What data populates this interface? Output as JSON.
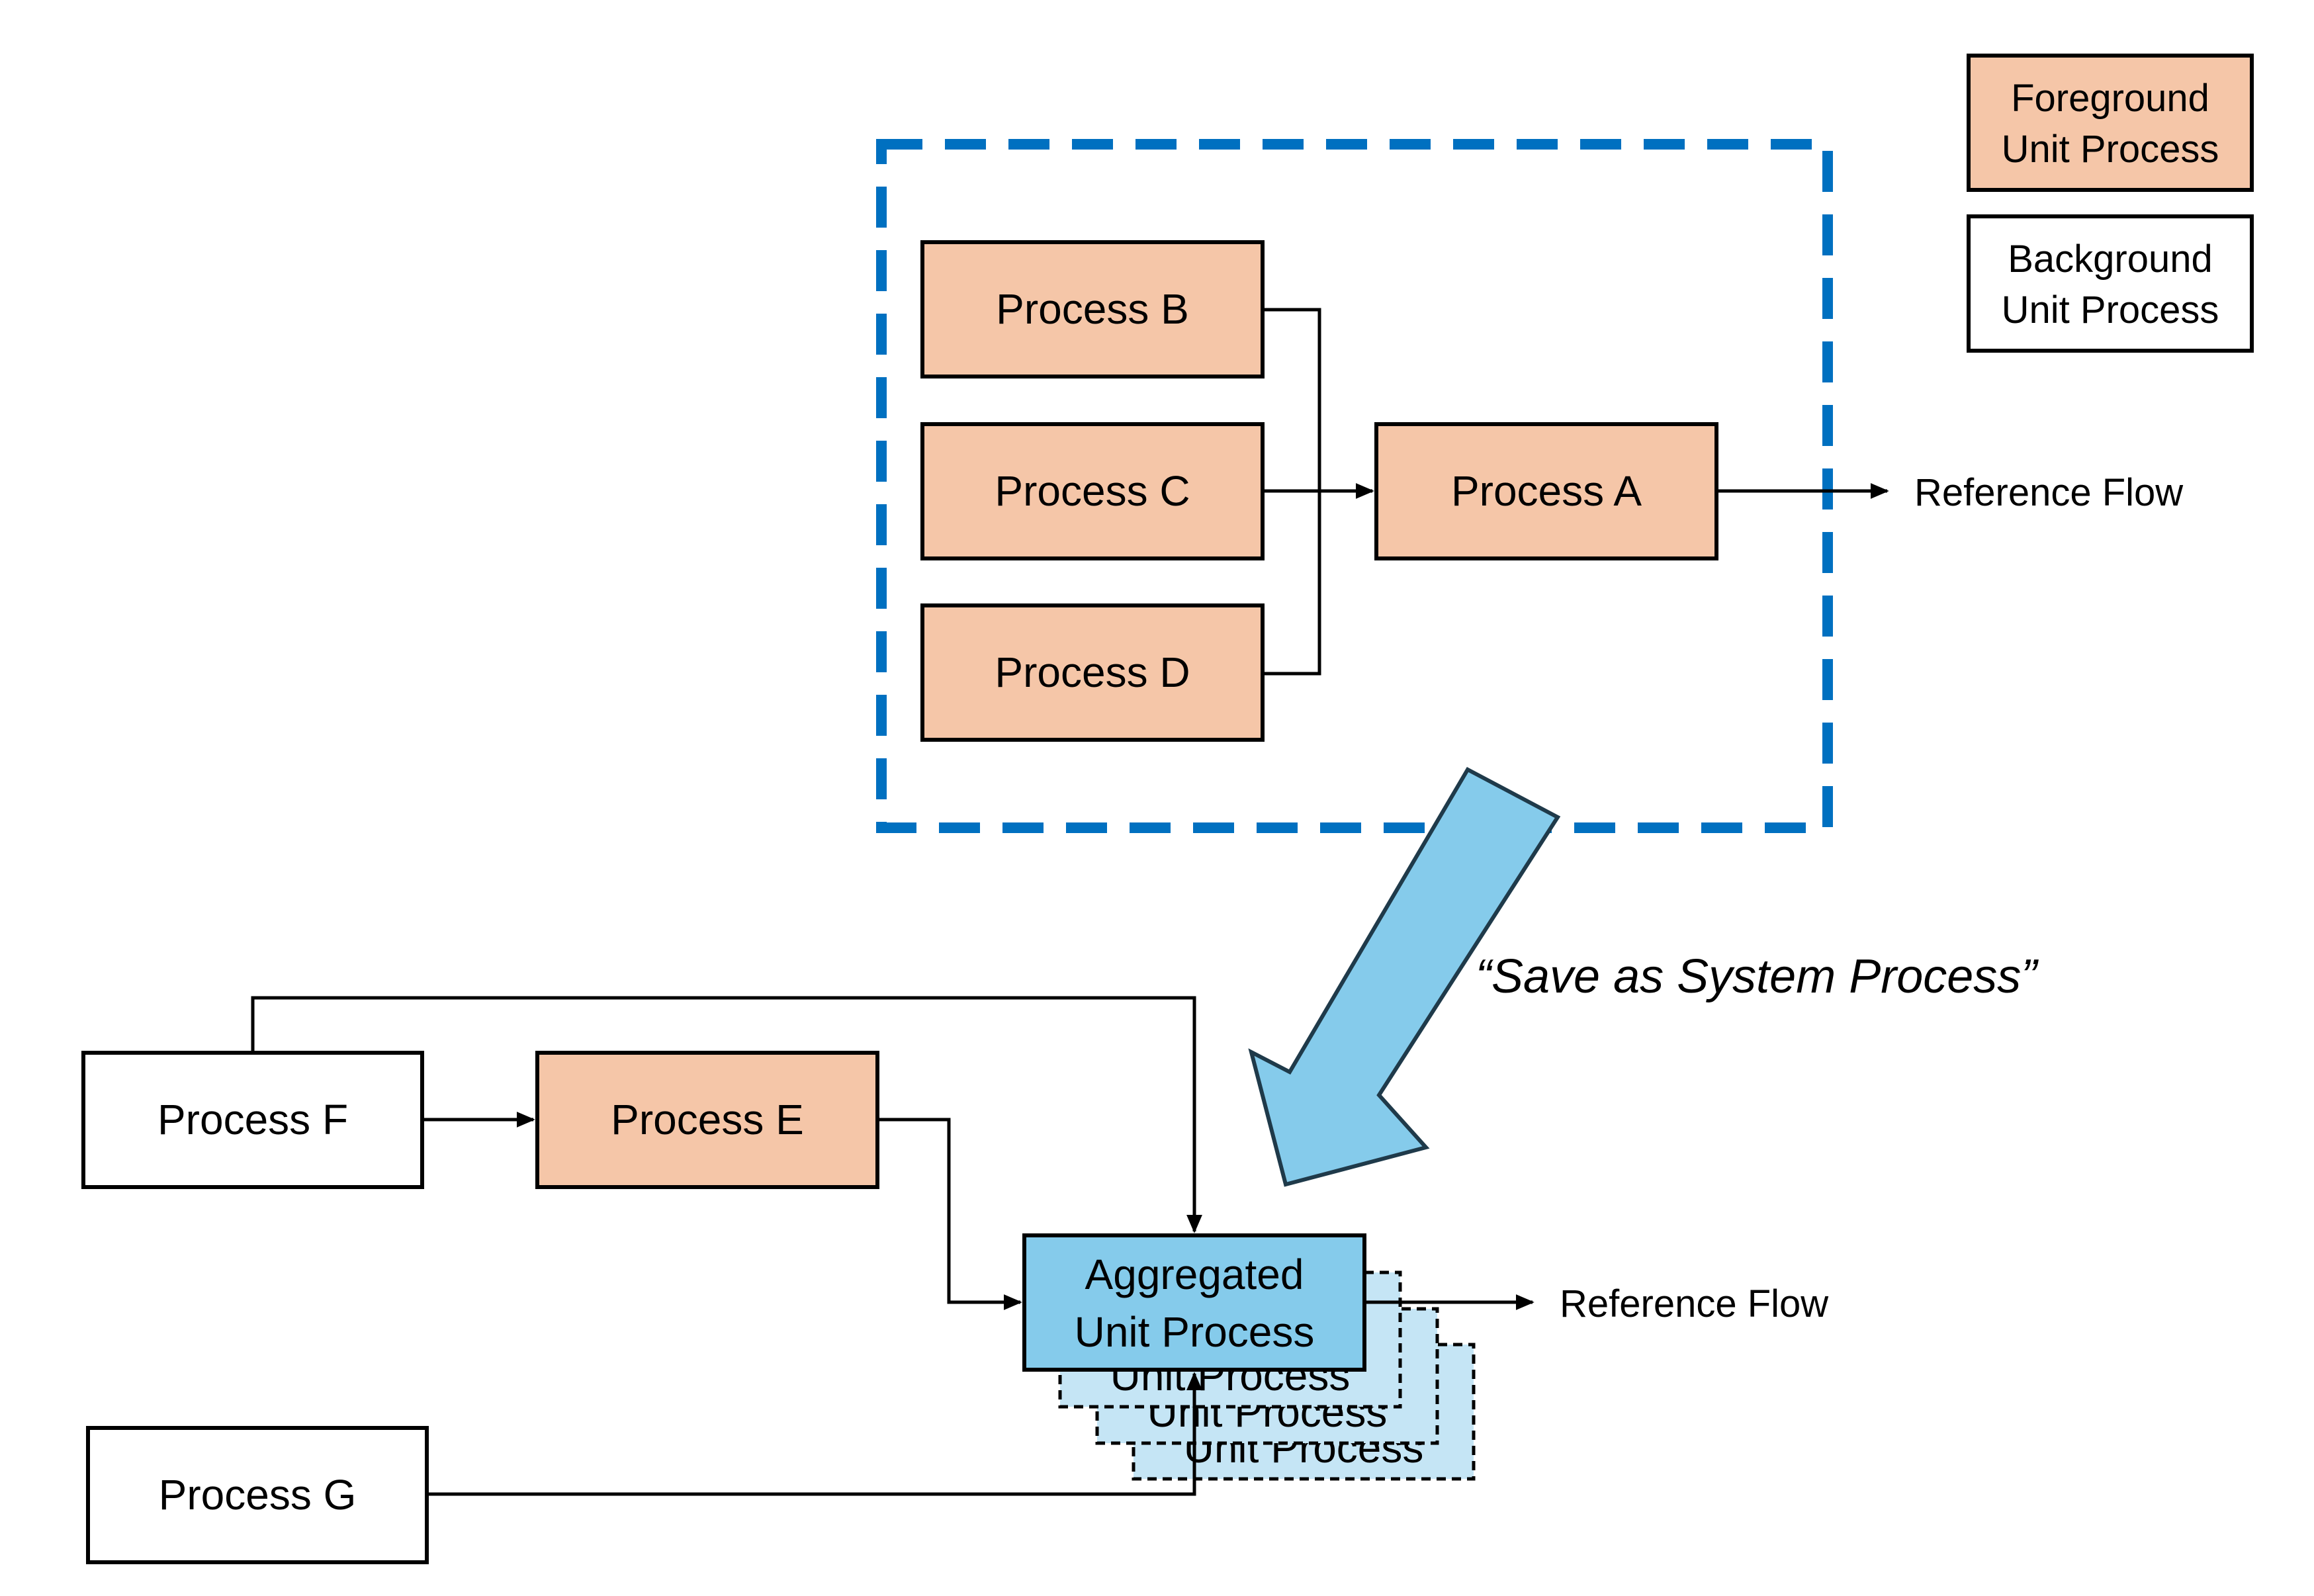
{
  "legend": {
    "foreground_line1": "Foreground",
    "foreground_line2": "Unit Process",
    "background_line1": "Background",
    "background_line2": "Unit Process"
  },
  "processes": {
    "a": "Process A",
    "b": "Process B",
    "c": "Process C",
    "d": "Process D",
    "e": "Process E",
    "f": "Process F",
    "g": "Process G"
  },
  "aggregated": {
    "line1": "Aggregated",
    "line2": "Unit Process",
    "stack_label": "Unit Process"
  },
  "flows": {
    "reference_top": "Reference Flow",
    "reference_bottom": "Reference Flow"
  },
  "action_label": "“Save as System Process”",
  "colors": {
    "foreground_fill": "#F5C6A8",
    "background_fill": "#FFFFFF",
    "aggregated_fill": "#85CBEB",
    "aggregated_stack_fill": "#C5E5F5",
    "system_boundary": "#0070C0",
    "arrow_fill": "#85CBEB"
  }
}
